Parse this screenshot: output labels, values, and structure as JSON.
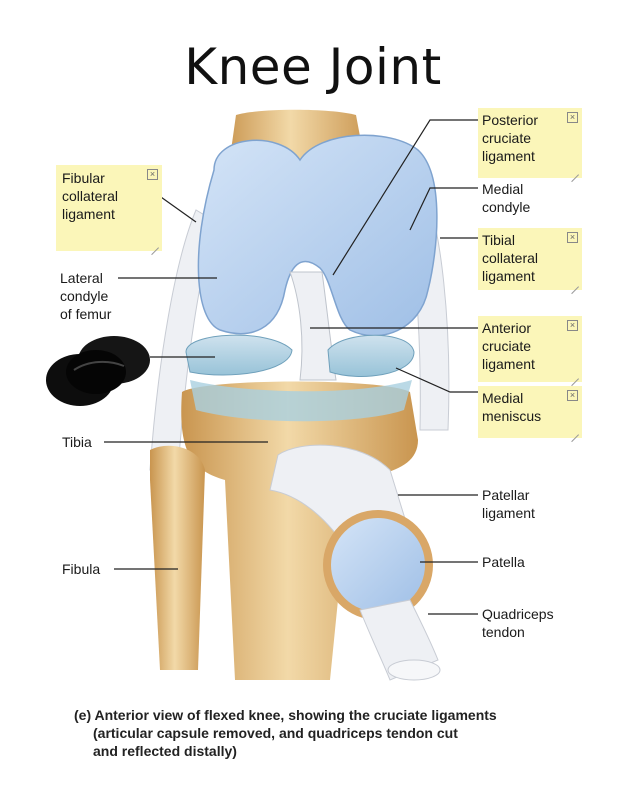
{
  "title": "Knee Joint",
  "labels": {
    "fibular_collateral": [
      "Fibular",
      "collateral",
      "ligament"
    ],
    "lateral_condyle": [
      "Lateral",
      "condyle",
      "of femur"
    ],
    "tibia": "Tibia",
    "fibula": "Fibula",
    "posterior_cruciate": [
      "Posterior",
      "cruciate",
      "ligament"
    ],
    "medial_condyle": [
      "Medial",
      "condyle"
    ],
    "tibial_collateral": [
      "Tibial",
      "collateral",
      "ligament"
    ],
    "anterior_cruciate": [
      "Anterior",
      "cruciate",
      "ligament"
    ],
    "medial_meniscus": [
      "Medial",
      "meniscus"
    ],
    "patellar_ligament": [
      "Patellar",
      "ligament"
    ],
    "patella": "Patella",
    "quadriceps_tendon": [
      "Quadriceps",
      "tendon"
    ]
  },
  "caption": {
    "line1": "(e) Anterior view of flexed knee, showing the cruciate ligaments",
    "line2": "(articular capsule removed, and quadriceps tendon cut",
    "line3": "and reflected distally)"
  },
  "colors": {
    "bone": "#e8c48a",
    "cartilage": "#b9d3f0",
    "ligament": "#eef0f4",
    "note": "#fbf6b9"
  }
}
